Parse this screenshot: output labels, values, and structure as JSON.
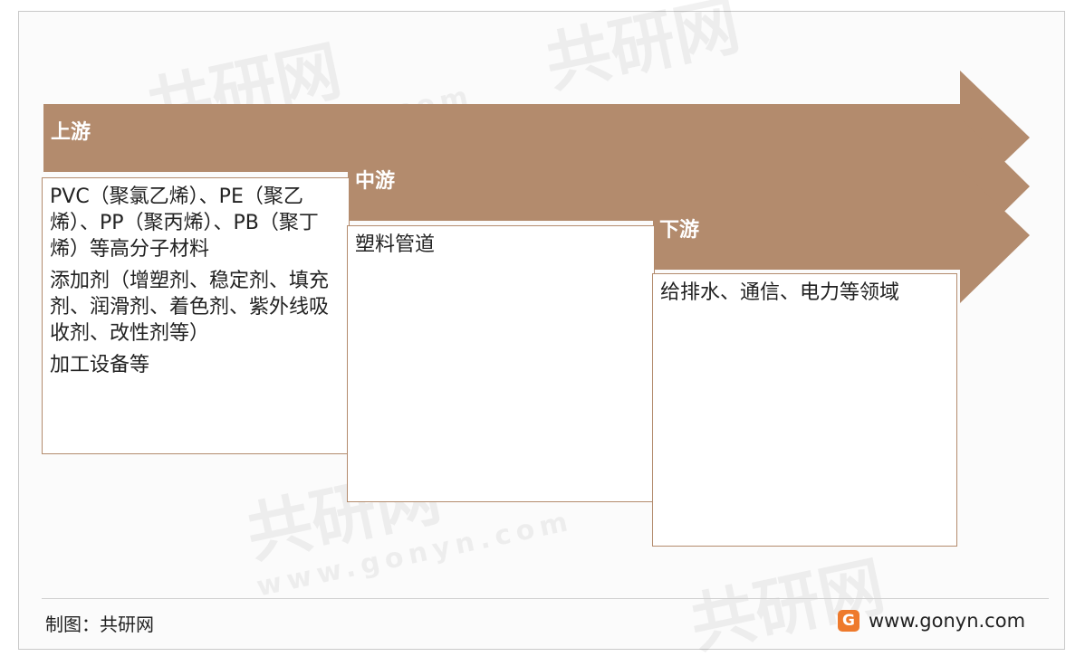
{
  "stages": [
    {
      "label": "上游",
      "items": [
        "PVC（聚氯乙烯）、PE（聚乙烯）、PP（聚丙烯）、PB（聚丁烯）等高分子材料",
        "添加剂（增塑剂、稳定剂、填充剂、润滑剂、着色剂、紫外线吸收剂、改性剂等）",
        "加工设备等"
      ]
    },
    {
      "label": "中游",
      "items": [
        "塑料管道"
      ]
    },
    {
      "label": "下游",
      "items": [
        "给排水、通信、电力等领域"
      ]
    }
  ],
  "footer": {
    "source": "制图：共研网",
    "brand_logo": "G",
    "brand_url": "www.gonyn.com"
  },
  "watermark": {
    "brand": "共研网",
    "url": "www.gonyn.com"
  },
  "colors": {
    "arrow": "#b38b6d",
    "box_border": "#b38b6d"
  }
}
